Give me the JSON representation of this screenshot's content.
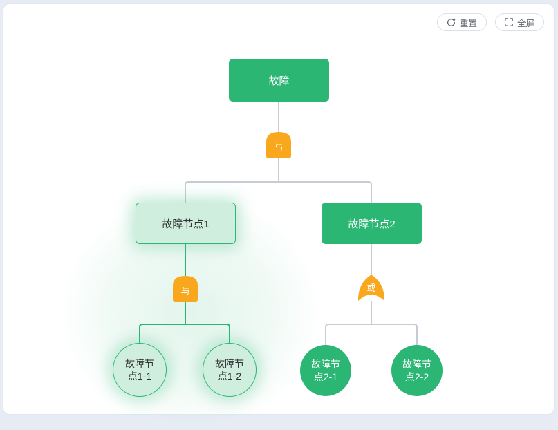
{
  "toolbar": {
    "reset_label": "重置",
    "fullscreen_label": "全屏"
  },
  "diagram": {
    "root": {
      "label": "故障"
    },
    "gates": [
      {
        "id": "root-gate",
        "type": "and",
        "label": "与"
      },
      {
        "id": "fault-1-gate",
        "type": "and",
        "label": "与"
      },
      {
        "id": "fault-2-gate",
        "type": "or",
        "label": "或"
      }
    ],
    "nodes": [
      {
        "id": "fault-1",
        "label": "故障节点1",
        "selected": true
      },
      {
        "id": "fault-2",
        "label": "故障节点2",
        "selected": false
      }
    ],
    "leaves": [
      {
        "id": "fault-1-1",
        "label": "故障节点1-1",
        "selected": true
      },
      {
        "id": "fault-1-2",
        "label": "故障节点1-2",
        "selected": true
      },
      {
        "id": "fault-2-1",
        "label": "故障节点2-1",
        "selected": false
      },
      {
        "id": "fault-2-2",
        "label": "故障节点2-2",
        "selected": false
      }
    ],
    "colors": {
      "node_green": "#2bb674",
      "node_light_green": "#cfeedd",
      "gate_orange": "#f9a71c",
      "connector_gray": "#c6cbd4",
      "connector_green": "#2bb674"
    }
  }
}
